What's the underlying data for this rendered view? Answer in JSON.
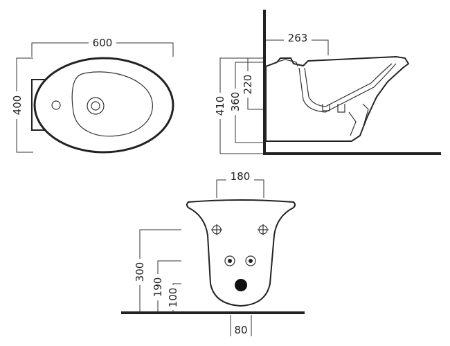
{
  "top_view": {
    "width_label": "600",
    "height_label": "400"
  },
  "side_view": {
    "depth_label": "263",
    "height_410_label": "410",
    "height_360_label": "360",
    "height_220_label": "220"
  },
  "front_view": {
    "fixing_spacing_label": "180",
    "height_300_label": "300",
    "height_190_label": "190",
    "height_100_label": "100",
    "outlet_width_label": "80"
  }
}
